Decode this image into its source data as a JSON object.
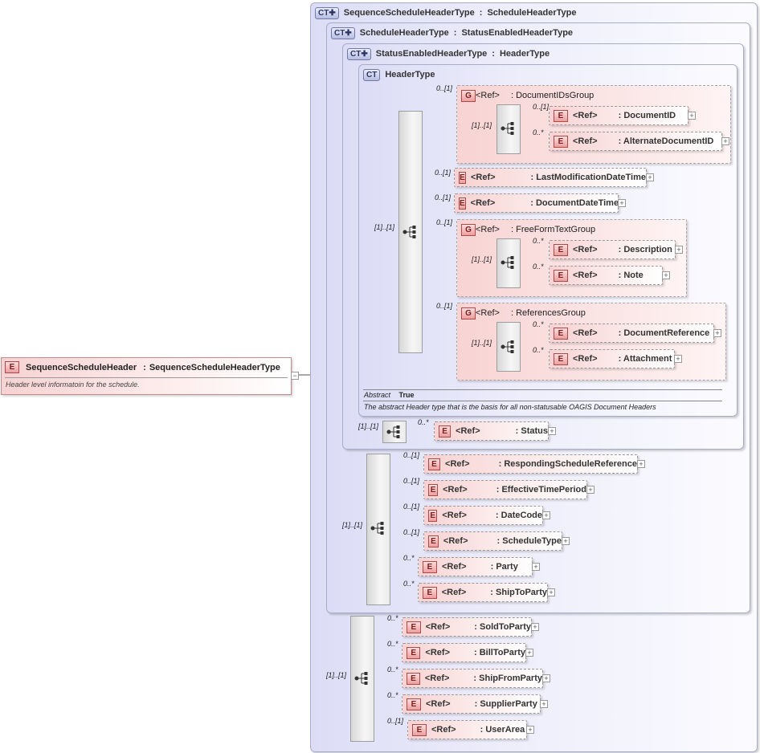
{
  "root": {
    "badge": "E",
    "name": "SequenceScheduleHeader",
    "type": "SequenceScheduleHeaderType",
    "doc": "Header level informatoin for the schedule."
  },
  "labels": {
    "ref": "<Ref>",
    "element_badge": "E",
    "group_badge": "G",
    "complex_badge": "CT"
  },
  "types": {
    "sequence": {
      "name": "SequenceScheduleHeaderType",
      "base": "ScheduleHeaderType"
    },
    "schedule": {
      "name": "ScheduleHeaderType",
      "base": "StatusEnabledHeaderType"
    },
    "status_enabled": {
      "name": "StatusEnabledHeaderType",
      "base": "HeaderType"
    },
    "header": {
      "name": "HeaderType",
      "abstract_label": "Abstract",
      "abstract_value": "True",
      "doc": "The abstract Header type that is the basis for all non-statusable OAGIS Document Headers"
    }
  },
  "groups": {
    "document_ids": {
      "name": "DocumentIDsGroup",
      "card": "0..[1]",
      "inner_card": "[1]..[1]",
      "items": [
        {
          "name": "DocumentID",
          "card": "0..[1]"
        },
        {
          "name": "AlternateDocumentID",
          "card": "0..*"
        }
      ]
    },
    "free_form_text": {
      "name": "FreeFormTextGroup",
      "card": "0..[1]",
      "inner_card": "[1]..[1]",
      "items": [
        {
          "name": "Description",
          "card": "0..*"
        },
        {
          "name": "Note",
          "card": "0..*"
        }
      ]
    },
    "references": {
      "name": "ReferencesGroup",
      "card": "0..[1]",
      "inner_card": "[1]..[1]",
      "items": [
        {
          "name": "DocumentReference",
          "card": "0..*"
        },
        {
          "name": "Attachment",
          "card": "0..*"
        }
      ]
    }
  },
  "header_elements": [
    {
      "name": "LastModificationDateTime",
      "card": "0..[1]"
    },
    {
      "name": "DocumentDateTime",
      "card": "0..[1]"
    }
  ],
  "header_seq_card": "[1]..[1]",
  "status": {
    "seq_card": "[1]..[1]",
    "name": "Status",
    "card": "0..*"
  },
  "schedule_seq_card": "[1]..[1]",
  "schedule_elements": [
    {
      "name": "RespondingScheduleReference",
      "card": "0..[1]"
    },
    {
      "name": "EffectiveTimePeriod",
      "card": "0..[1]"
    },
    {
      "name": "DateCode",
      "card": "0..[1]"
    },
    {
      "name": "ScheduleType",
      "card": "0..[1]"
    },
    {
      "name": "Party",
      "card": "0..*"
    },
    {
      "name": "ShipToParty",
      "card": "0..*"
    }
  ],
  "sequence_seq_card": "[1]..[1]",
  "sequence_elements": [
    {
      "name": "SoldToParty",
      "card": "0..*"
    },
    {
      "name": "BillToParty",
      "card": "0..*"
    },
    {
      "name": "ShipFromParty",
      "card": "0..*"
    },
    {
      "name": "SupplierParty",
      "card": "0..*"
    },
    {
      "name": "UserArea",
      "card": "0..[1]"
    }
  ]
}
